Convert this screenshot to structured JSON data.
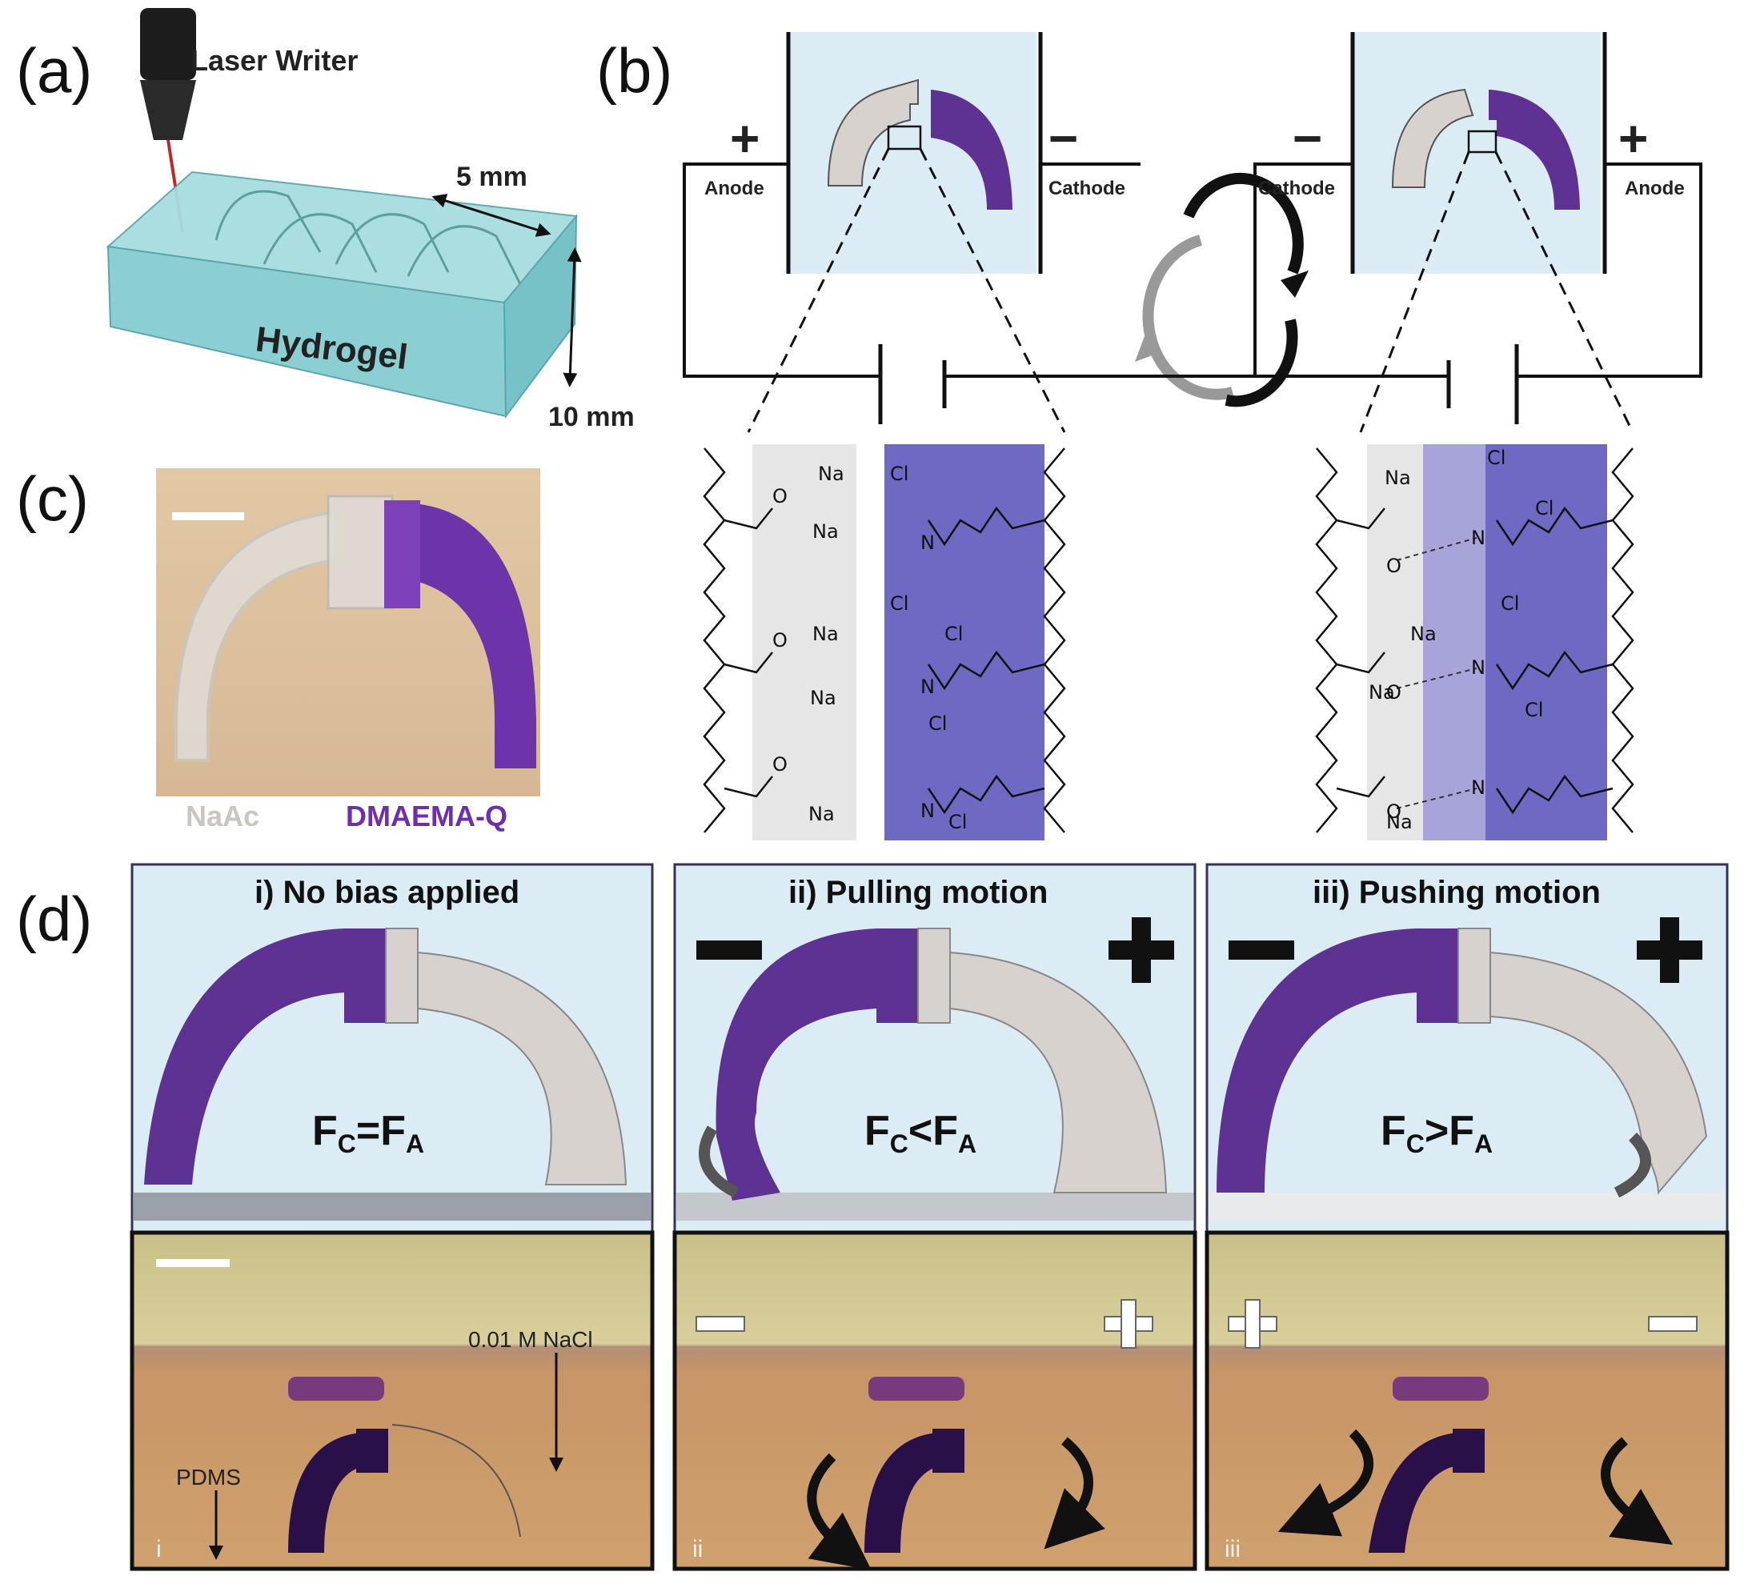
{
  "panels": {
    "a": {
      "label": "(a)",
      "laser_writer": "Laser Writer",
      "dim_width": "5 mm",
      "dim_height": "10 mm",
      "material": "Hydrogel"
    },
    "b": {
      "label": "(b)",
      "left": {
        "plus": "+",
        "minus": "−",
        "anode": "Anode",
        "cathode": "Cathode"
      },
      "right": {
        "plus": "+",
        "minus": "−",
        "anode": "Anode",
        "cathode": "Cathode"
      },
      "ions": {
        "na": "Na",
        "cl": "Cl",
        "o": "O",
        "n": "N"
      }
    },
    "c": {
      "label": "(c)",
      "left_material": "NaAc",
      "right_material": "DMAEMA-Q"
    },
    "d": {
      "label": "(d)",
      "titles": [
        "i) No bias applied",
        "ii) Pulling motion",
        "iii) Pushing motion"
      ],
      "equations": [
        "=",
        "<",
        ">"
      ],
      "force_c": "F",
      "force_c_sub": "C",
      "force_a": "F",
      "force_a_sub": "A",
      "photo_labels": {
        "nacl": "0.01 M NaCl",
        "pdms": "PDMS",
        "roman": [
          "i",
          "ii",
          "iii"
        ],
        "plus": "+",
        "minus": "−"
      }
    }
  },
  "colors": {
    "purple": "#5e3292",
    "light_gray": "#d9d5d2",
    "light_blue": "#dcecf5",
    "hydrogel": "#8fd3d6",
    "photo_bg": "#c79a6a",
    "blue_band": "#6e6ac4"
  }
}
